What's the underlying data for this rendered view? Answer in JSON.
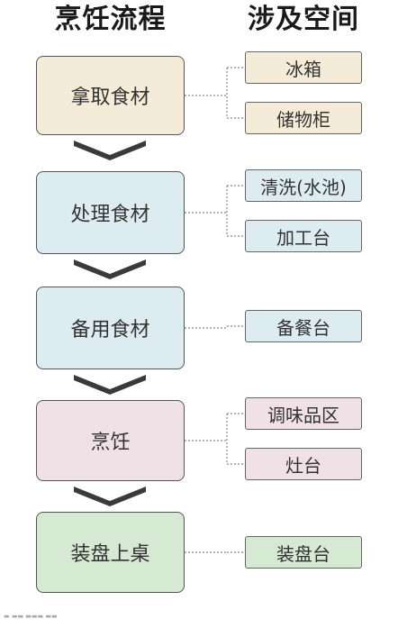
{
  "headings": {
    "process": "烹饪流程",
    "spaces": "涉及空间"
  },
  "steps": [
    {
      "label": "拿取食材",
      "color": "#f4ecd8",
      "spaces": [
        "冰箱",
        "储物柜"
      ]
    },
    {
      "label": "处理食材",
      "color": "#ddecf0",
      "spaces": [
        "清洗(水池)",
        "加工台"
      ]
    },
    {
      "label": "备用食材",
      "color": "#ddecf0",
      "spaces": [
        "备餐台"
      ]
    },
    {
      "label": "烹饪",
      "color": "#efe1e6",
      "spaces": [
        "调味品区",
        "灶台"
      ]
    },
    {
      "label": "装盘上桌",
      "color": "#d6e9d3",
      "spaces": [
        "装盘台"
      ]
    }
  ],
  "colors": {
    "border": "#555555",
    "connector": "#888888",
    "chevron": "#3a3a3a"
  }
}
